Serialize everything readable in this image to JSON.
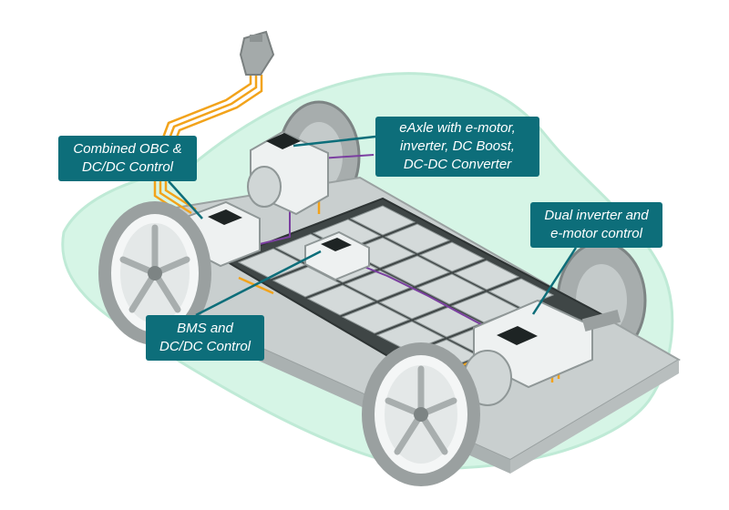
{
  "callouts": {
    "obc": {
      "line1": "Combined OBC &",
      "line2": "DC/DC Control"
    },
    "eaxle": {
      "line1": "eAxle with e-motor,",
      "line2": "inverter, DC Boost,",
      "line3": "DC-DC Converter"
    },
    "dual": {
      "line1": "Dual inverter and",
      "line2": "e-motor control"
    },
    "bms": {
      "line1": "BMS and",
      "line2": "DC/DC Control"
    }
  },
  "colors": {
    "callout_bg": "#0d6e7a",
    "callout_text": "#ffffff",
    "body_glow": "#d6f5e6",
    "chassis": "#c9cfcf",
    "battery_cells": "#d4dada",
    "wiring_orange": "#f2a31b",
    "wiring_purple": "#7b3fa0",
    "tire": "#9aa0a0"
  },
  "icons": [
    "charging-plug-icon",
    "chip-icon"
  ]
}
